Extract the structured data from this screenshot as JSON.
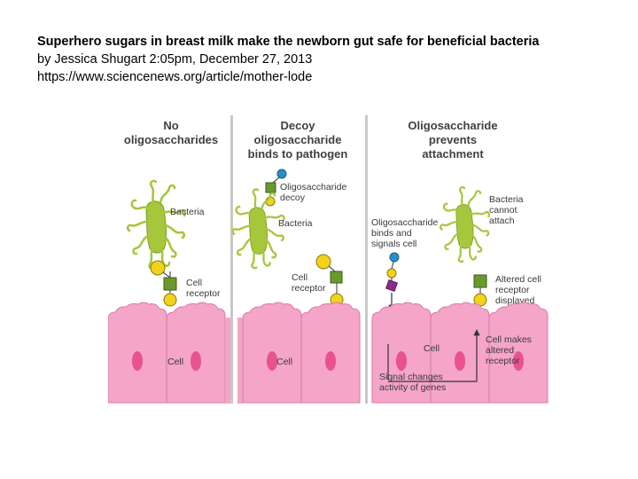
{
  "header": {
    "title": "Superhero sugars in breast milk make the newborn gut safe for beneficial bacteria",
    "byline": "by Jessica Shugart 2:05pm, December 27, 2013",
    "url": "https://www.sciencenews.org/article/mother-lode"
  },
  "panels": [
    {
      "heading": [
        "No",
        "oligosaccharides"
      ],
      "labels": {
        "bacteria": "Bacteria",
        "receptor": [
          "Cell",
          "receptor"
        ],
        "cell": "Cell"
      }
    },
    {
      "heading": [
        "Decoy",
        "oligosaccharide",
        "binds to pathogen"
      ],
      "labels": {
        "decoy": [
          "Oligosaccharide",
          "decoy"
        ],
        "bacteria": "Bacteria",
        "receptor": [
          "Cell",
          "receptor"
        ],
        "cell": "Cell"
      }
    },
    {
      "heading": [
        "Oligosaccharide",
        "prevents",
        "attachment"
      ],
      "labels": {
        "bacteria": [
          "Bacteria",
          "cannot",
          "attach"
        ],
        "binds": [
          "Oligosaccharide",
          "binds and",
          "signals cell"
        ],
        "altered": [
          "Altered cell",
          "receptor",
          "displayed"
        ],
        "cell": "Cell",
        "makes": [
          "Cell makes",
          "altered",
          "receptor"
        ],
        "signal": [
          "Signal changes",
          "activity of genes"
        ]
      }
    }
  ],
  "colors": {
    "cell_fill": "#f4a5c8",
    "nucleus": "#e8528f",
    "bacteria": "#a6c73c",
    "sugar_yellow": "#f2d21b",
    "sugar_green": "#6a9a2e",
    "sugar_blue": "#2a8fc9",
    "sugar_purple": "#8a2c8a",
    "divider": "#c8c8c8"
  },
  "icons": [
    "bacteria-icon",
    "receptor-icon",
    "oligosaccharide-icon",
    "arrow-icon"
  ]
}
